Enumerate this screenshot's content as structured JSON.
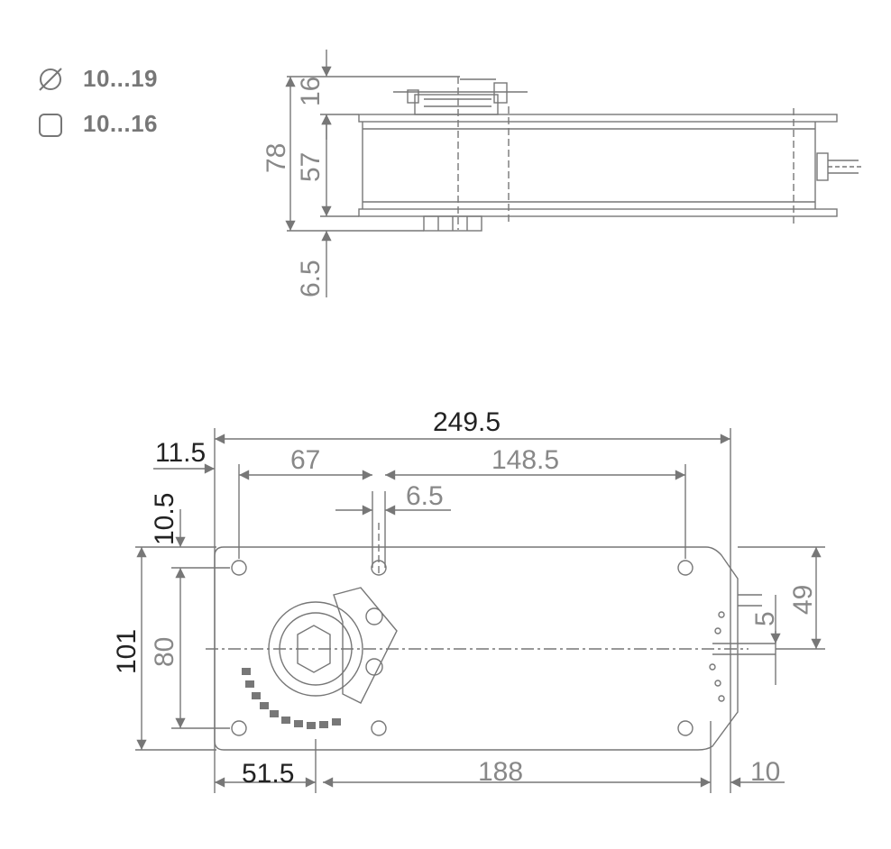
{
  "legend": {
    "round_shaft": "10...19",
    "square_shaft": "10...16",
    "round_icon": "diameter-symbol-icon",
    "square_icon": "square-symbol-icon"
  },
  "side_view": {
    "dim_16": "16",
    "dim_78": "78",
    "dim_57": "57",
    "dim_6_5": "6.5"
  },
  "top_view": {
    "dim_249_5": "249.5",
    "dim_11_5": "11.5",
    "dim_67": "67",
    "dim_148_5": "148.5",
    "dim_6_5": "6.5",
    "dim_10_5": "10.5",
    "dim_101": "101",
    "dim_80": "80",
    "dim_49": "49",
    "dim_5": "5",
    "dim_51_5": "51.5",
    "dim_188": "188",
    "dim_10": "10"
  },
  "colors": {
    "line": "#6f6f6f",
    "dark_text": "#222222",
    "grey_text": "#888888"
  }
}
